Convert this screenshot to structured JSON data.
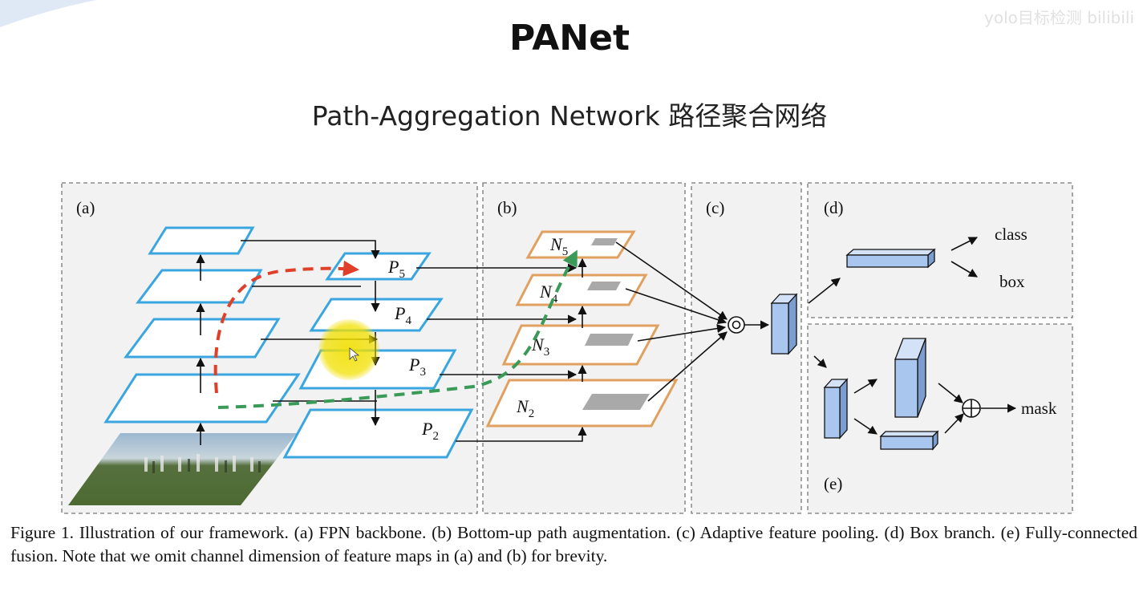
{
  "title": "PANet",
  "subtitle": "Path-Aggregation Network 路径聚合网络",
  "watermark": "yolo目标检测 bilibili",
  "colors": {
    "fpn_blue": "#3aa6e0",
    "bottomup_orange": "#e0a060",
    "red_path": "#e0402a",
    "green_path": "#3a9a58",
    "panel_bg": "#f2f2f2",
    "box_blue": "#a9c6ee",
    "highlight": "#f2e000"
  },
  "panels": {
    "a": "(a)",
    "b": "(b)",
    "c": "(c)",
    "d": "(d)",
    "e": "(e)"
  },
  "fpn_labels": [
    {
      "base": "P",
      "sub": "5"
    },
    {
      "base": "P",
      "sub": "4"
    },
    {
      "base": "P",
      "sub": "3"
    },
    {
      "base": "P",
      "sub": "2"
    }
  ],
  "bottomup_labels": [
    {
      "base": "N",
      "sub": "5"
    },
    {
      "base": "N",
      "sub": "4"
    },
    {
      "base": "N",
      "sub": "3"
    },
    {
      "base": "N",
      "sub": "2"
    }
  ],
  "outputs": {
    "class": "class",
    "box": "box",
    "mask": "mask"
  },
  "caption": "Figure 1. Illustration of our framework. (a) FPN backbone. (b) Bottom-up path augmentation. (c) Adaptive feature pooling. (d) Box branch. (e) Fully-connected fusion. Note that we omit channel dimension of feature maps in (a) and (b) for brevity."
}
